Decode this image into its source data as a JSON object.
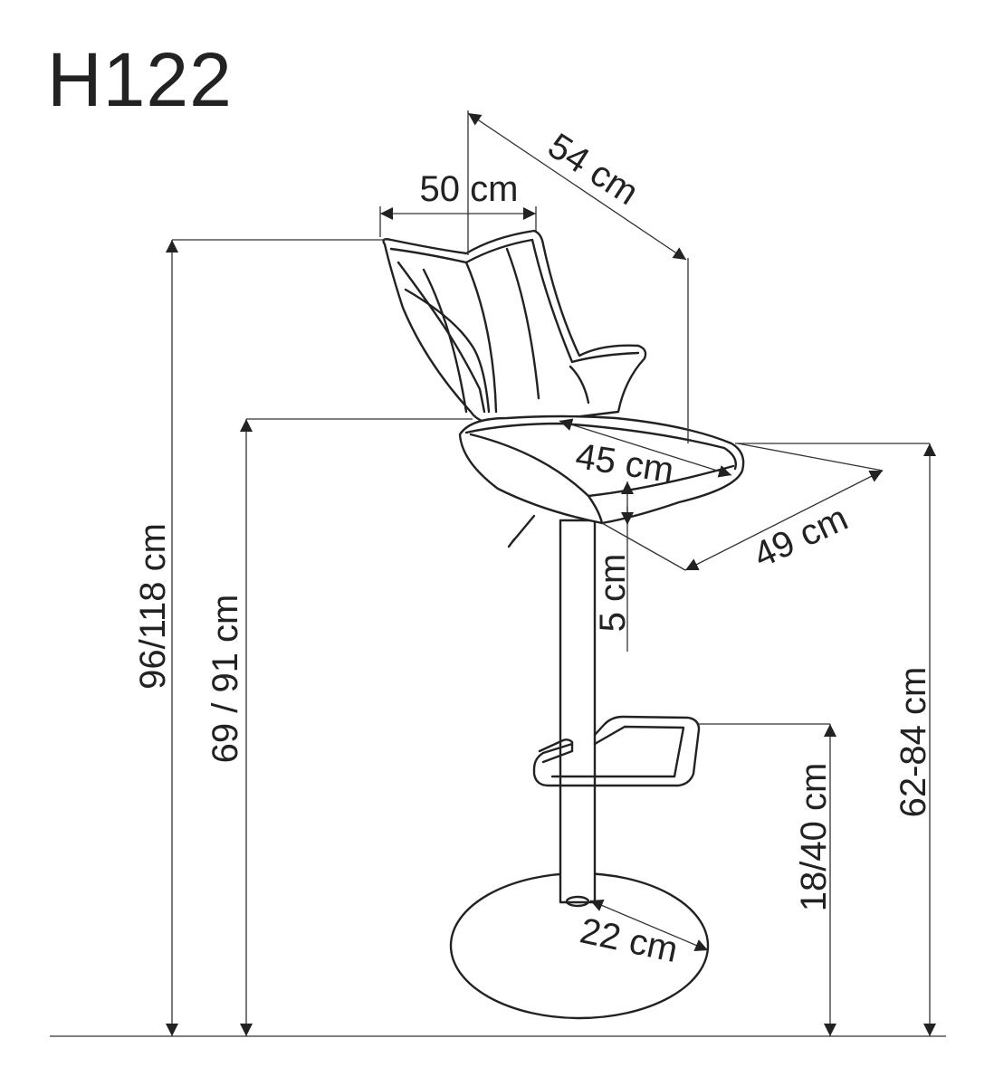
{
  "title": "H122",
  "dimensions": {
    "total_height": "96/118 cm",
    "armrest_height": "69 / 91 cm",
    "seat_height": "62-84 cm",
    "footrest_height": "18/40 cm",
    "width": "50 cm",
    "depth": "54 cm",
    "seat_depth": "45 cm",
    "seat_width": "49 cm",
    "seat_thickness": "5 cm",
    "base_radius": "22 cm"
  }
}
